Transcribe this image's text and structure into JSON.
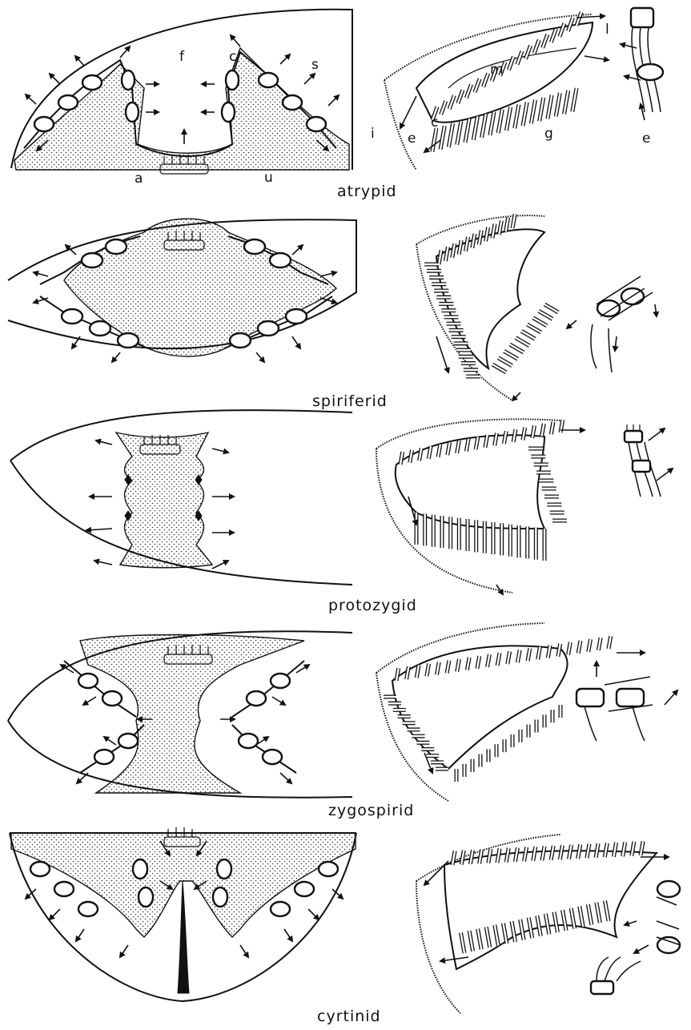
{
  "figure": {
    "panels": [
      {
        "key": "atrypid",
        "label": "atrypid"
      },
      {
        "key": "spiriferid",
        "label": "spiriferid"
      },
      {
        "key": "protozygid",
        "label": "protozygid"
      },
      {
        "key": "zygospirid",
        "label": "zygospirid"
      },
      {
        "key": "cyrtinid",
        "label": "cyrtinid"
      }
    ],
    "letters": {
      "f": "f",
      "c": "c",
      "s": "s",
      "a": "a",
      "u": "u",
      "l": "l",
      "m": "m",
      "i": "i",
      "e": "e",
      "g": "g"
    }
  },
  "colors": {
    "ink": "#111111",
    "paper": "#ffffff"
  }
}
